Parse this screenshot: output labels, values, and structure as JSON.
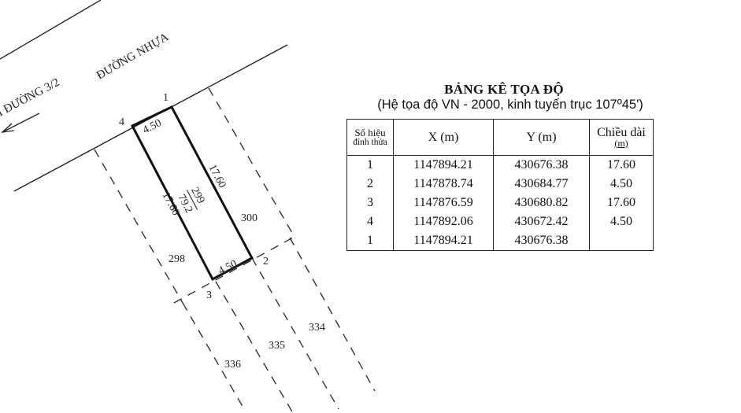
{
  "map": {
    "road_left_label": "I ĐƯỜNG 3/2",
    "road_name_label": "ĐƯỜNG NHỰA",
    "lot_number": "299",
    "lot_area": "79.2",
    "neighbor_lots": [
      "300",
      "298",
      "334",
      "335",
      "336"
    ],
    "corner_labels": [
      "1",
      "2",
      "3",
      "4"
    ],
    "edge_lengths": [
      "4.50",
      "17.60",
      "4.50",
      "17.60"
    ]
  },
  "table": {
    "title": "BẢNG KÊ TỌA ĐỘ",
    "subtitle": "(Hệ tọa độ VN - 2000, kinh tuyến trục 107º45')",
    "headers": {
      "point_line1": "Số hiệu",
      "point_line2": "đỉnh thửa",
      "x": "X (m)",
      "y": "Y (m)",
      "length_line1": "Chiều dài",
      "length_line2": "(m)"
    },
    "points": [
      "1",
      "2",
      "3",
      "4",
      "1"
    ],
    "x_values": [
      "1147894.21",
      "1147878.74",
      "1147876.59",
      "1147892.06",
      "1147894.21"
    ],
    "y_values": [
      "430676.38",
      "430684.77",
      "430680.82",
      "430672.42",
      "430676.38"
    ],
    "lengths": [
      "17.60",
      "4.50",
      "17.60",
      "4.50"
    ]
  }
}
